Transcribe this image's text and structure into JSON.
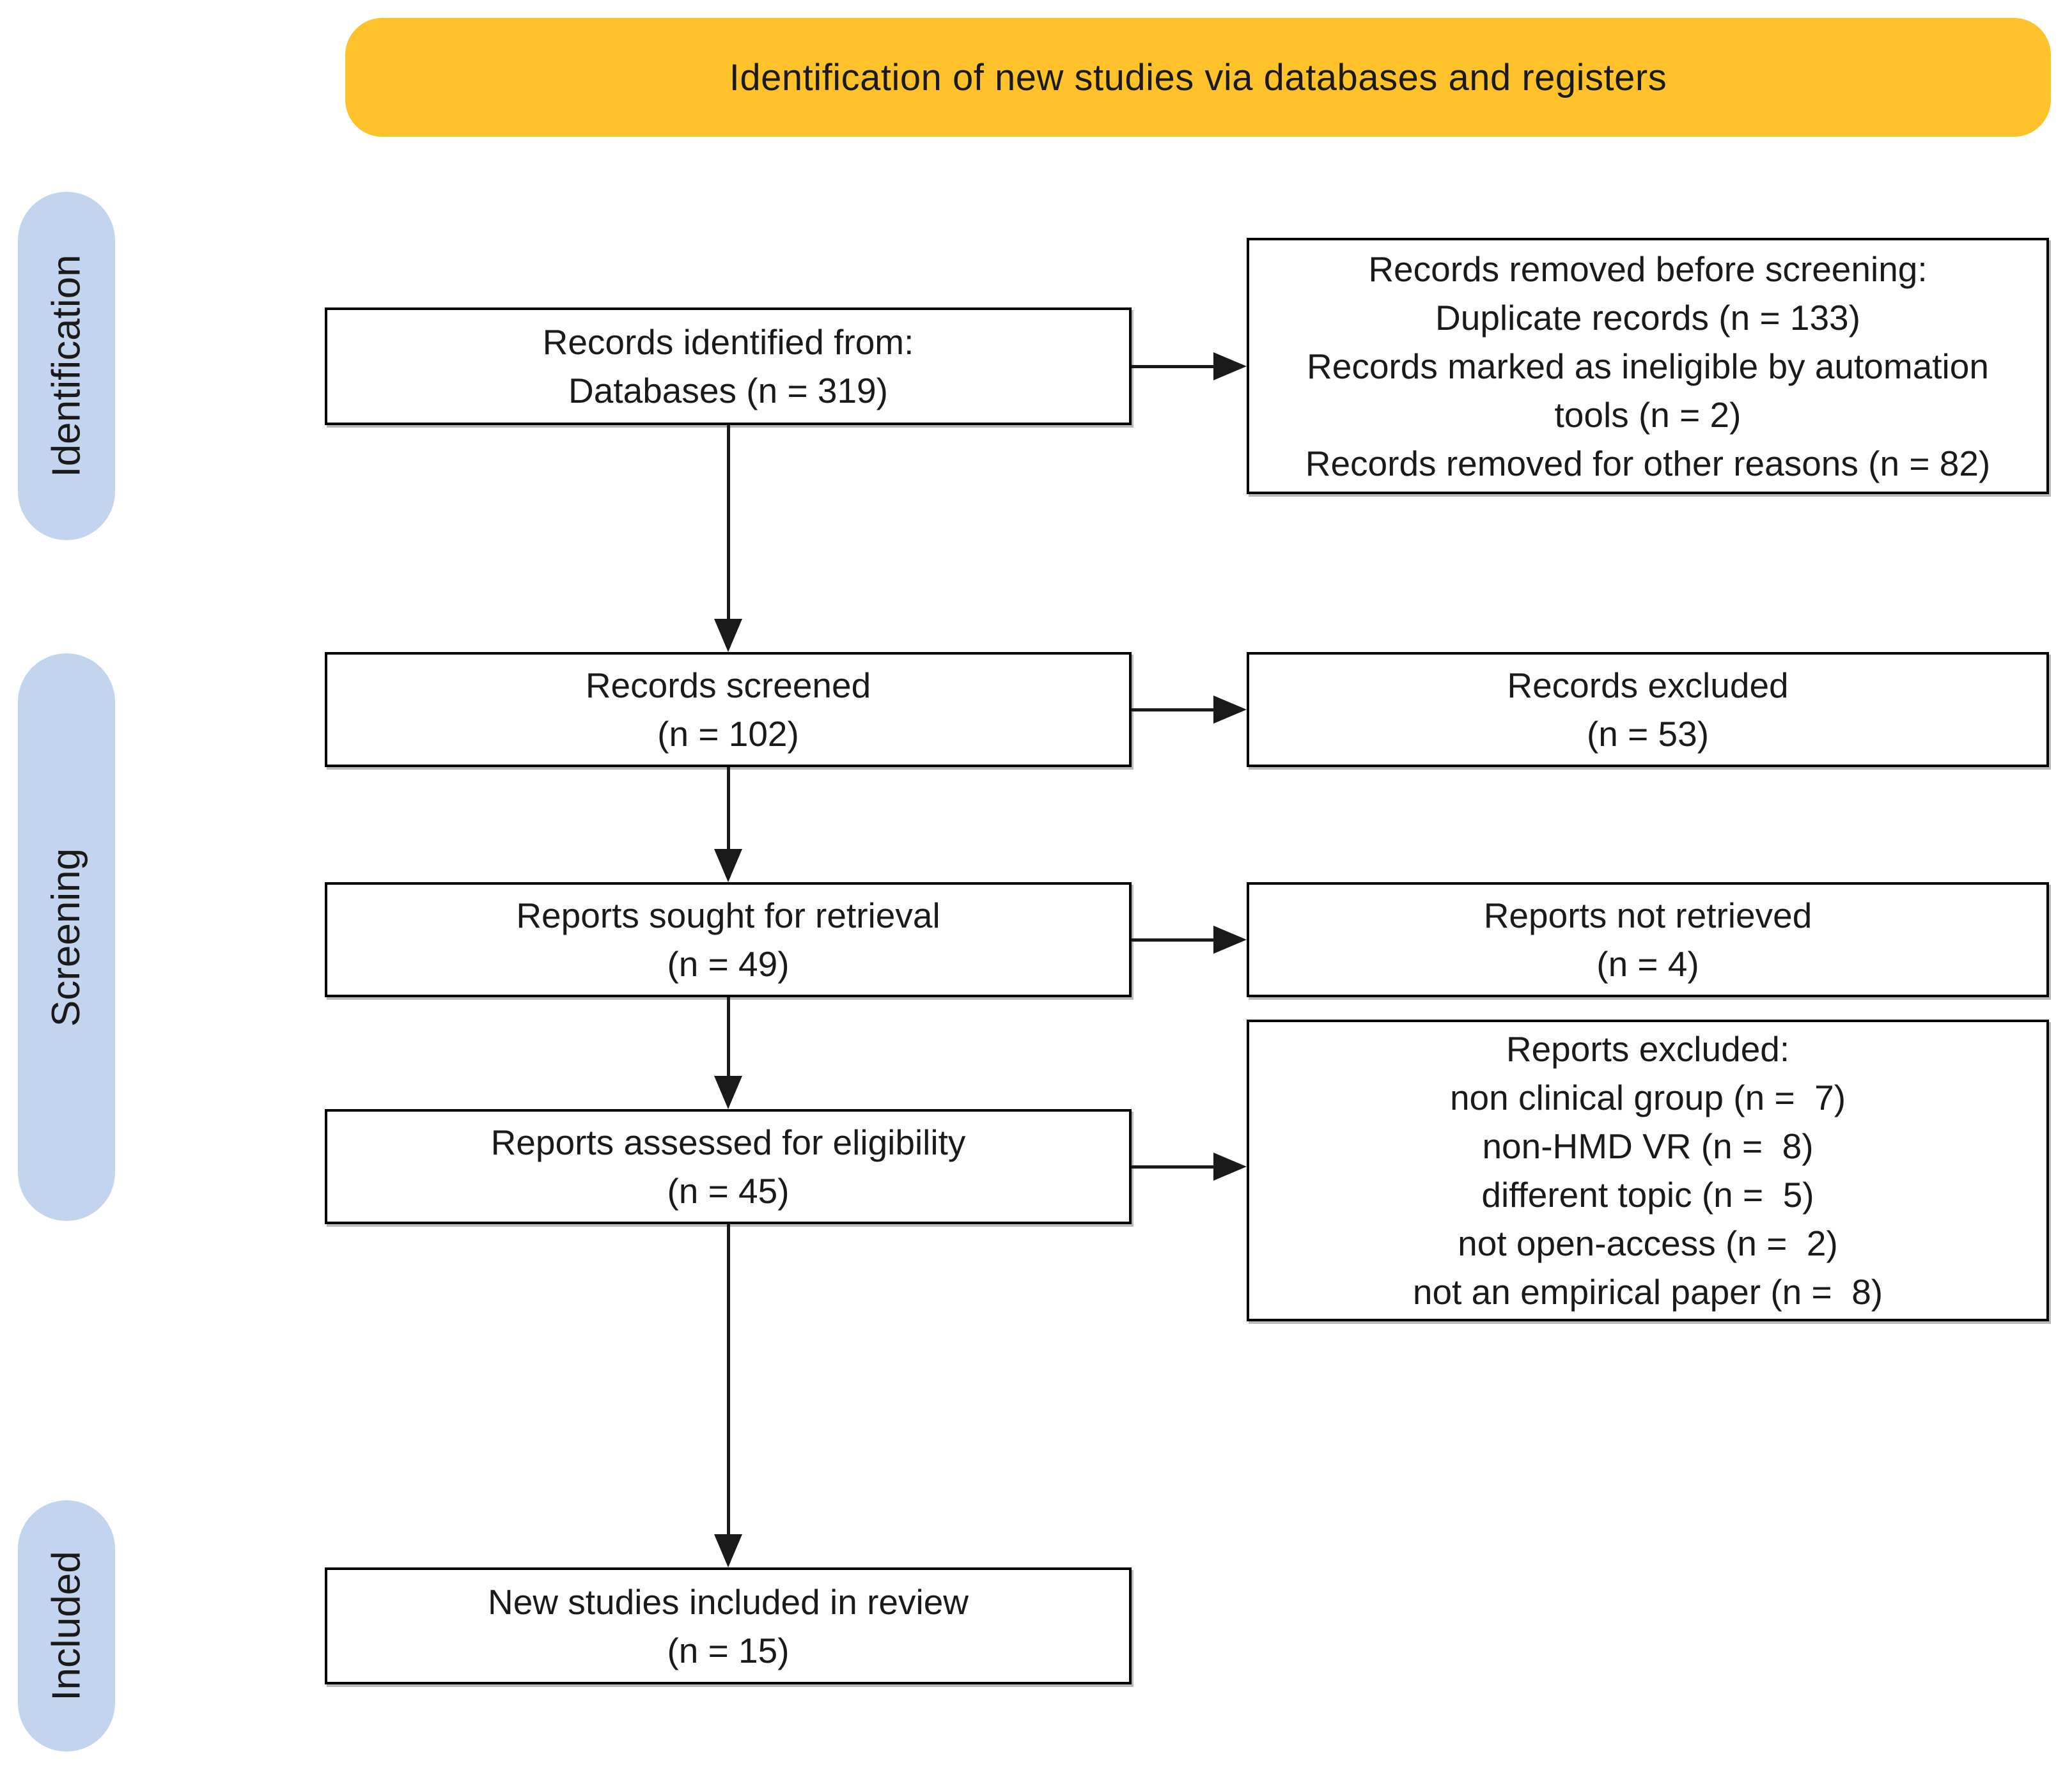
{
  "title": "Identification of new studies via databases and registers",
  "colors": {
    "header_bg": "#FFC22B",
    "stage_bg": "#C3D5EE",
    "box_border": "#000000",
    "arrow": "#1a1a1a"
  },
  "stages": {
    "identification": "Identification",
    "screening": "Screening",
    "included": "Included"
  },
  "boxes": {
    "records_identified": {
      "lines": [
        "Records identified from:",
        "Databases (n = 319)"
      ]
    },
    "records_removed": {
      "lines": [
        "Records removed before screening:",
        "Duplicate records (n = 133)",
        "Records marked as ineligible by automation",
        "tools (n = 2)",
        "Records removed for other reasons (n = 82)"
      ]
    },
    "records_screened": {
      "lines": [
        "Records screened",
        "(n = 102)"
      ]
    },
    "records_excluded": {
      "lines": [
        "Records excluded",
        "(n = 53)"
      ]
    },
    "reports_sought": {
      "lines": [
        "Reports sought for retrieval",
        "(n = 49)"
      ]
    },
    "reports_not_retrieved": {
      "lines": [
        "Reports not retrieved",
        "(n = 4)"
      ]
    },
    "reports_assessed": {
      "lines": [
        "Reports assessed for eligibility",
        "(n = 45)"
      ]
    },
    "reports_excluded": {
      "lines": [
        "Reports excluded:",
        "non clinical group (n =  7)",
        "non-HMD VR (n =  8)",
        "different topic (n =  5)",
        "not open-access (n =  2)",
        "not an empirical paper (n =  8)"
      ]
    },
    "new_studies_included": {
      "lines": [
        "New studies included in review",
        "(n = 15)"
      ]
    }
  }
}
